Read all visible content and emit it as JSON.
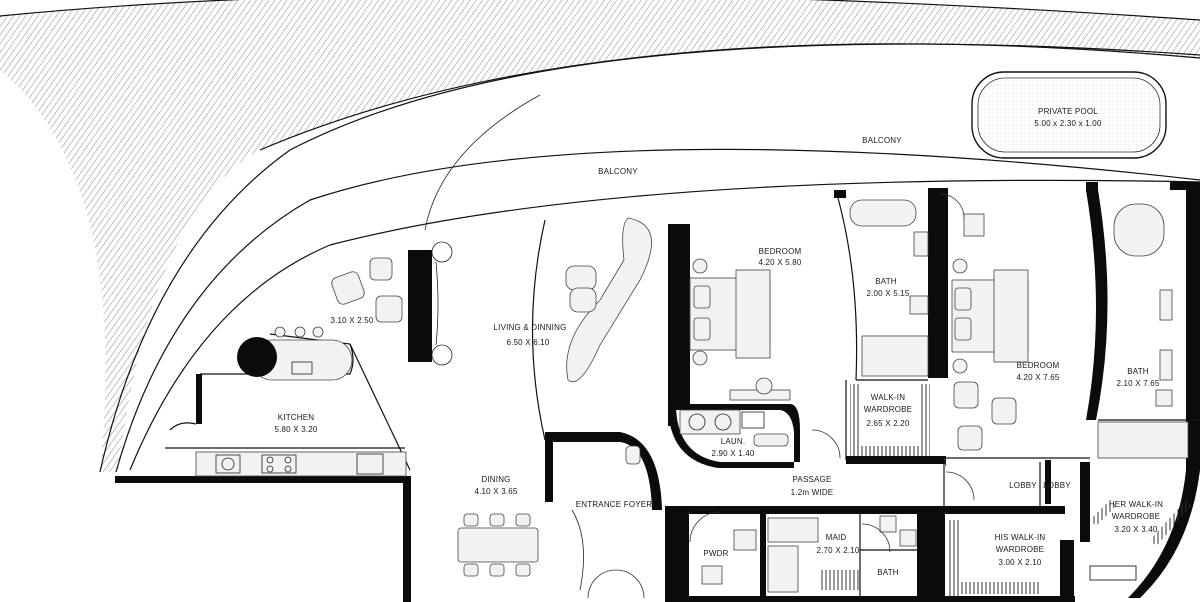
{
  "rooms": {
    "private_pool": {
      "name": "PRIVATE POOL",
      "dims": "5.00 x 2.30 x 1.00"
    },
    "balcony_left": {
      "name": "BALCONY"
    },
    "balcony_right": {
      "name": "BALCONY"
    },
    "terrace_seating": {
      "dims": "3.10 X 2.50"
    },
    "living": {
      "name": "LIVING & DINNING",
      "dims": "6.50 X 6.10"
    },
    "kitchen": {
      "name": "KITCHEN",
      "dims": "5.80 X 3.20"
    },
    "dining": {
      "name": "DINING",
      "dims": "4.10 X 3.65"
    },
    "entrance": {
      "name": "ENTRANCE FOYER"
    },
    "bedroom1": {
      "name": "BEDROOM",
      "dims": "4.20 X 5.80"
    },
    "bath1": {
      "name": "BATH",
      "dims": "2.00 X 5.15"
    },
    "walkin1": {
      "name": "WALK-IN",
      "name2": "WARDROBE",
      "dims": "2.65 X 2.20"
    },
    "laundry": {
      "name": "LAUN.",
      "dims": "2.90 X 1.40"
    },
    "passage": {
      "name": "PASSAGE",
      "dims": "1.2m WIDE"
    },
    "bedroom2": {
      "name": "BEDROOM",
      "dims": "4.20 X 7.65"
    },
    "bath2": {
      "name": "BATH",
      "dims": "2.10 X 7.65"
    },
    "lobby1": {
      "name": "LOBBY"
    },
    "lobby2": {
      "name": "LOBBY"
    },
    "her_wardrobe": {
      "name": "HER WALK-IN",
      "name2": "WARDROBE",
      "dims": "3.20 X 3.40"
    },
    "his_wardrobe": {
      "name": "HIS WALK-IN",
      "name2": "WARDROBE",
      "dims": "3.00 X 2.10"
    },
    "maid": {
      "name": "MAID",
      "dims": "2.70 X 2.10"
    },
    "powder": {
      "name": "PWDR"
    },
    "maid_bath": {
      "name": "BATH"
    }
  }
}
